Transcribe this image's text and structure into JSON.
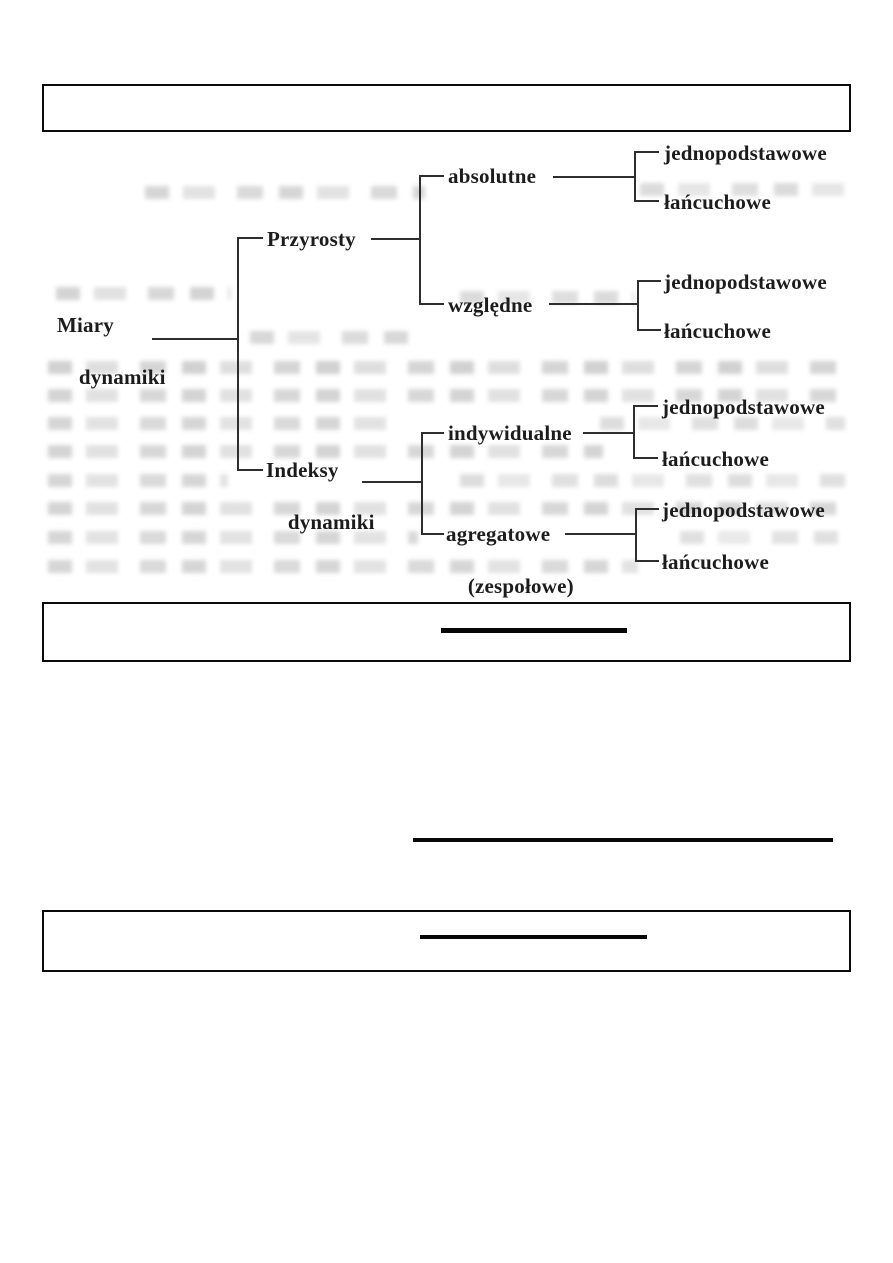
{
  "palette": {
    "background": "#ffffff",
    "ink": "#1c1c1c",
    "line_color": "#2e2e2e",
    "box_border": "#0a0a0a",
    "rule_color": "#070707",
    "ghost_text": "#9a9a9a"
  },
  "boxes": {
    "top": {
      "content": ""
    },
    "middle": {
      "content": ""
    },
    "bottom": {
      "content": ""
    }
  },
  "diagram": {
    "root": {
      "line1": "Miary",
      "line2": "dynamiki"
    },
    "branches": [
      {
        "label": "Przyrosty",
        "children": [
          {
            "label": "absolutne",
            "leaves": [
              "jednopodstawowe",
              "łańcuchowe"
            ]
          },
          {
            "label": "względne",
            "leaves": [
              "jednopodstawowe",
              "łańcuchowe"
            ]
          }
        ]
      },
      {
        "label_line1": "Indeksy",
        "label_line2": "dynamiki",
        "children": [
          {
            "label": "indywidualne",
            "leaves": [
              "jednopodstawowe",
              "łańcuchowe"
            ]
          },
          {
            "label_line1": "agregatowe",
            "label_line2": "(zespołowe)",
            "leaves": [
              "jednopodstawowe",
              "łańcuchowe"
            ]
          }
        ]
      }
    ]
  }
}
